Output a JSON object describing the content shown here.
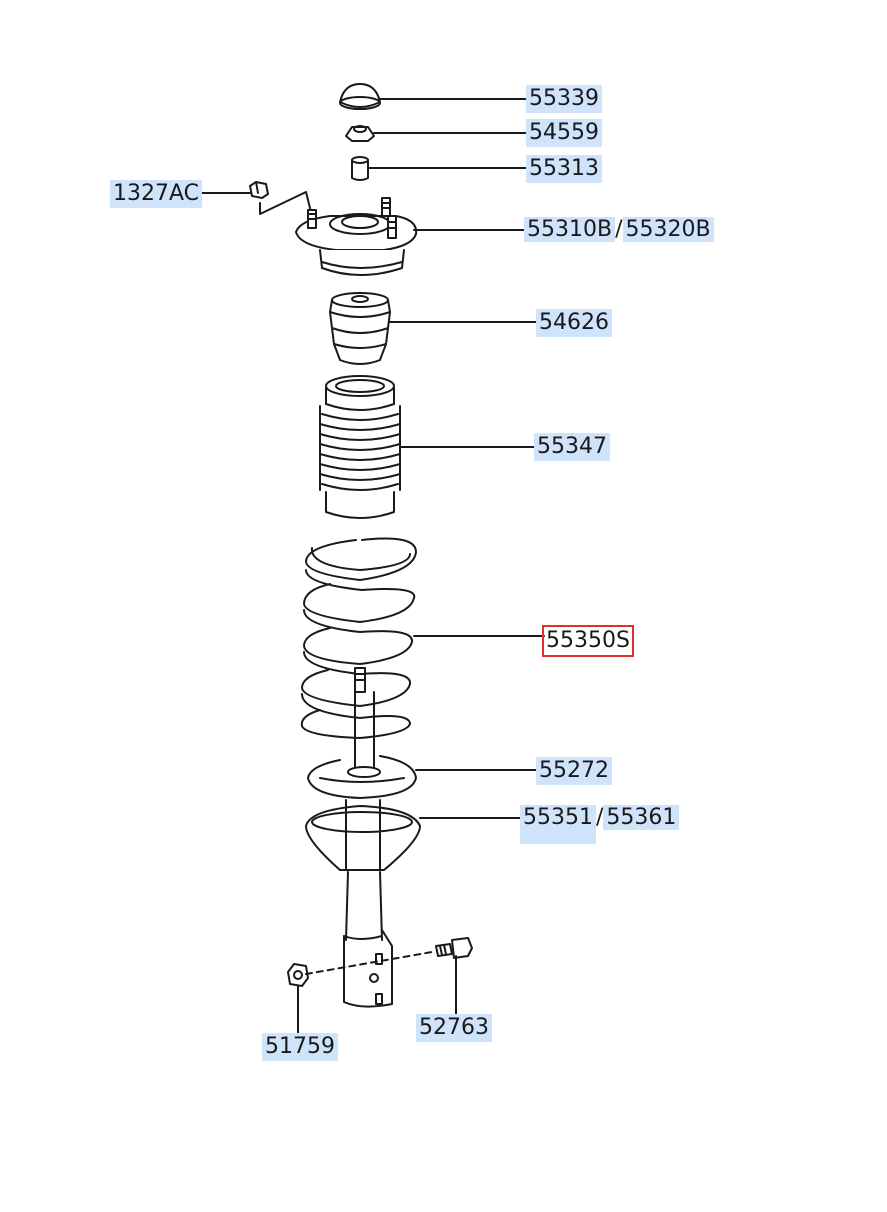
{
  "parts": {
    "p55339": "55339",
    "p54559": "54559",
    "p55313": "55313",
    "p1327AC": "1327AC",
    "p55310B": "55310B",
    "p55320B": "55320B",
    "p54626": "54626",
    "p55347": "55347",
    "p55350S": "55350S",
    "p55272": "55272",
    "p55351": "55351",
    "p55361": "55361",
    "p52763": "52763",
    "p51759": "51759"
  },
  "separator": "/",
  "selected_part": "55350S",
  "colors": {
    "highlight": "#cfe3fb",
    "selection_border": "#e0302a",
    "line": "#1a1a1a"
  }
}
